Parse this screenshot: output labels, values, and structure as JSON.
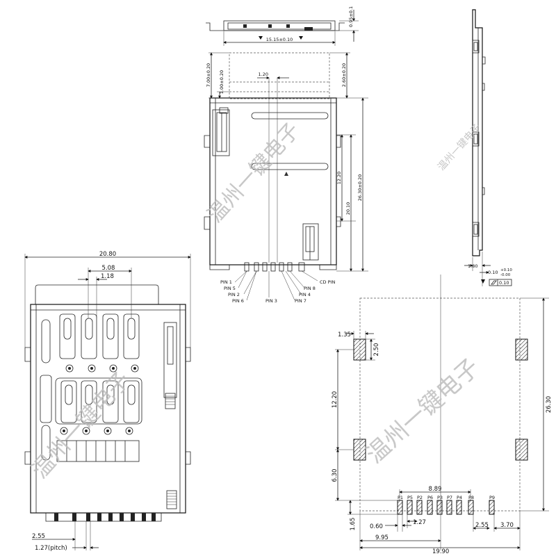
{
  "top_view": {
    "thickness": "0.95±0.1",
    "width": "15.15±0.10"
  },
  "main_view": {
    "dims": {
      "d7_00": "7.00±0.20",
      "d1_00": "1.00±0.20",
      "d1_20": "1.20",
      "d2_60": "2.60±0.20",
      "d12_20": "12.20",
      "d20_10": "20.10",
      "d26_30": "26.30±0.20"
    },
    "pins": [
      "PIN 1",
      "PIN 5",
      "PIN 2",
      "PIN 6",
      "PIN 3",
      "PIN 7",
      "PIN 4",
      "PIN 8",
      "CD PIN"
    ]
  },
  "side_view": {
    "d1_80": "1.80",
    "tol_main": "0.10",
    "tol_plus": "+0.10",
    "tol_minus": "-0.00",
    "flatness": "0.10"
  },
  "bottom_view": {
    "d20_80": "20.80",
    "d5_08": "5.08",
    "d1_18": "1.18",
    "d2_55": "2.55",
    "pitch": "1.27(pitch)"
  },
  "footprint": {
    "d1_35": "1.35",
    "d2_50": "2.50",
    "d12_20": "12.20",
    "d6_30": "6.30",
    "d26_30": "26.30",
    "d8_89": "8.89",
    "d1_65": "1.65",
    "d0_60": "0.60",
    "d1_27": "1.27",
    "d2_55": "2.55",
    "d3_70": "3.70",
    "d9_95": "9.95",
    "d19_90": "19.90",
    "pad_labels": [
      "P1",
      "P5",
      "P2",
      "P6",
      "P3",
      "P7",
      "P4",
      "P8",
      "P9"
    ]
  },
  "watermark": {
    "text": "温州一键电子"
  }
}
